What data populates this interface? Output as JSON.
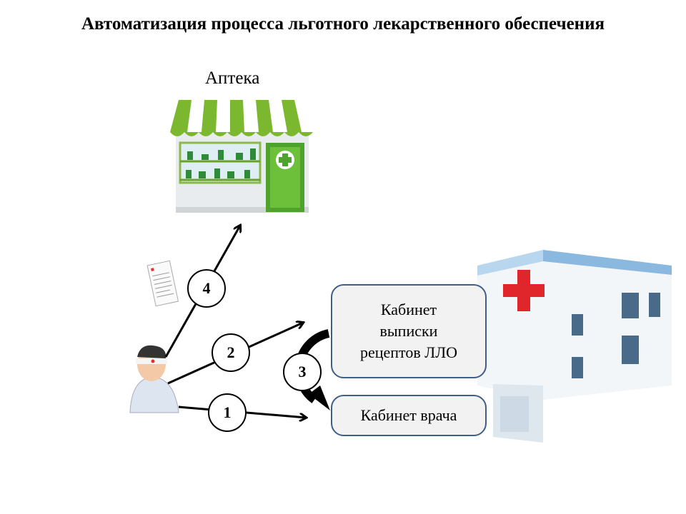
{
  "title": "Автоматизация процесса льготного лекарственного обеспечения",
  "pharmacy": {
    "label": "Аптека"
  },
  "boxes": {
    "prescription_office": "Кабинет выписки рецептов ЛЛО",
    "doctor_office": "Кабинет врача"
  },
  "steps": [
    "1",
    "2",
    "3",
    "4"
  ],
  "colors": {
    "box_border": "#3f5f86",
    "pharmacy_green": "#7cb82f",
    "cross_red": "#e0262a"
  }
}
